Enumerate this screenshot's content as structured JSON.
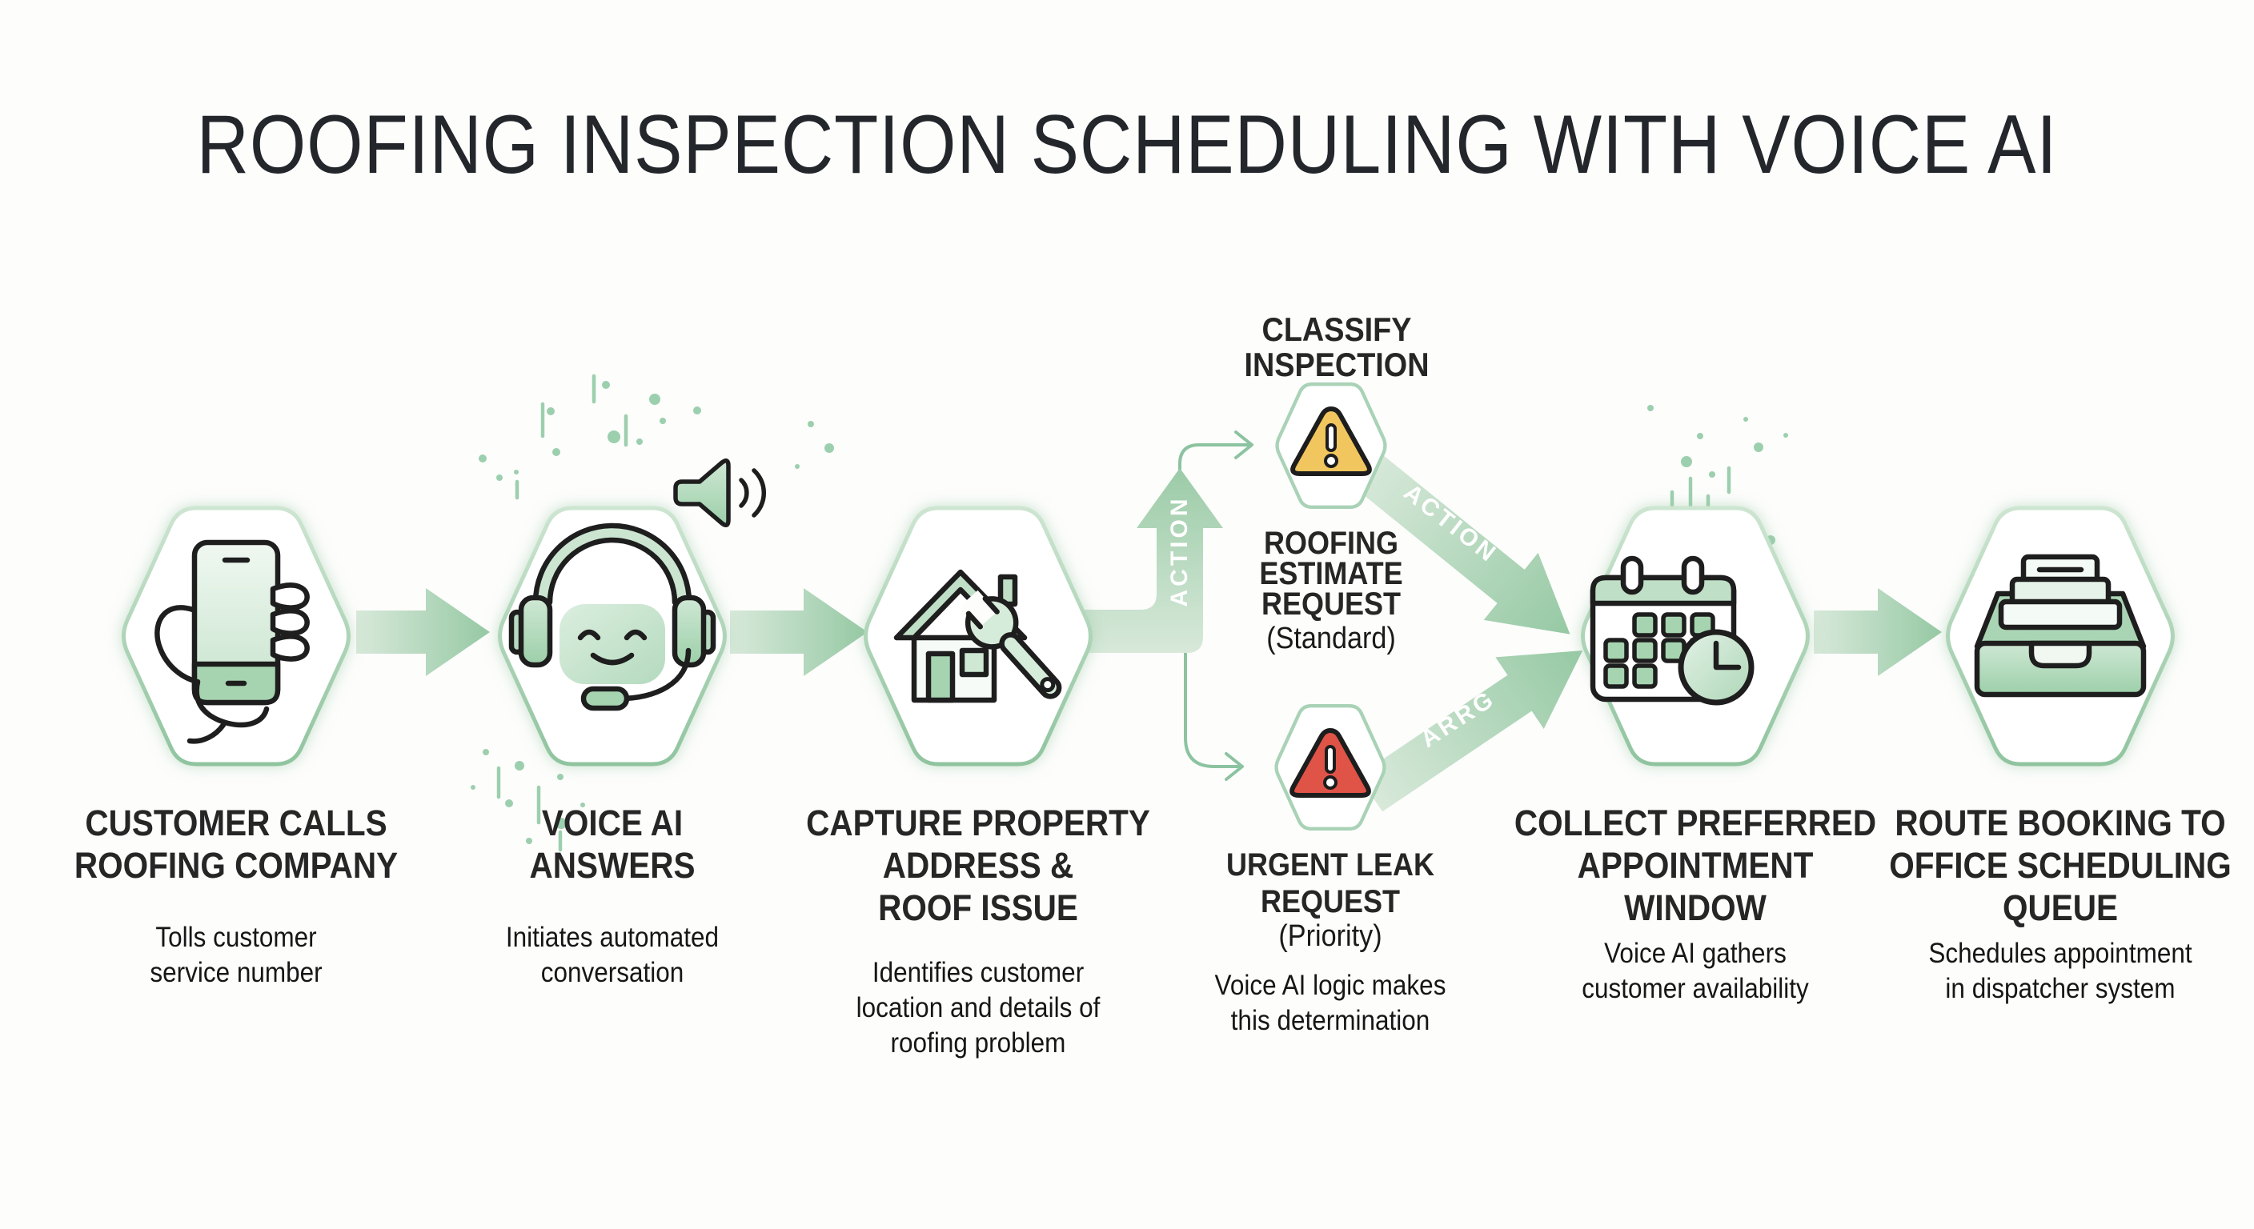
{
  "title": "ROOFING INSPECTION SCHEDULING WITH VOICE AI",
  "steps": [
    {
      "id": "customer-call",
      "icon": "phone-in-hand-icon",
      "title": "CUSTOMER CALLS\nROOFING COMPANY",
      "subtitle": "Tolls customer\nservice number"
    },
    {
      "id": "voice-ai-answers",
      "icon": "robot-headset-icon",
      "title": "VOICE AI\nANSWERS",
      "subtitle": "Initiates automated\nconversation"
    },
    {
      "id": "capture-property",
      "icon": "house-wrench-icon",
      "title": "CAPTURE PROPERTY\nADDRESS &\nROOF ISSUE",
      "subtitle": "Identifies customer\nlocation and details of\nroofing problem"
    },
    {
      "id": "collect-window",
      "icon": "calendar-clock-icon",
      "title": "COLLECT PREFERRED\nAPPOINTMENT\nWINDOW",
      "subtitle": "Voice AI gathers\ncustomer availability"
    },
    {
      "id": "route-booking",
      "icon": "inbox-queue-icon",
      "title": "ROUTE BOOKING TO\nOFFICE SCHEDULING\nQUEUE",
      "subtitle": "Schedules appointment\nin dispatcher system"
    }
  ],
  "branch": {
    "heading": "CLASSIFY\nINSPECTION",
    "standard": {
      "icon": "warning-triangle-standard-icon",
      "title": "ROOFING\nESTIMATE\nREQUEST",
      "qualifier": "(Standard)"
    },
    "priority": {
      "icon": "warning-triangle-priority-icon",
      "title": "URGENT LEAK\nREQUEST",
      "qualifier": "(Priority)",
      "note": "Voice AI logic makes\nthis determination"
    }
  },
  "arrow_labels": {
    "classify_up": "ACTION",
    "standard_to_collect": "ACTION",
    "priority_to_collect": "ARRG"
  },
  "icons": {
    "speaker": "speaker-sound-icon",
    "decor": "green-confetti-dots"
  },
  "colors": {
    "background": "#fdfdfc",
    "arrow_light": "#d8e9da",
    "arrow_green": "#96c9a4",
    "hex_border": "#a9d2b6",
    "icon_outline": "#1e1e1e",
    "standard_triangle": "#f2c65f",
    "priority_triangle": "#e05448",
    "heading_text": "#262626",
    "label_on_arrow": "#ffffff"
  }
}
